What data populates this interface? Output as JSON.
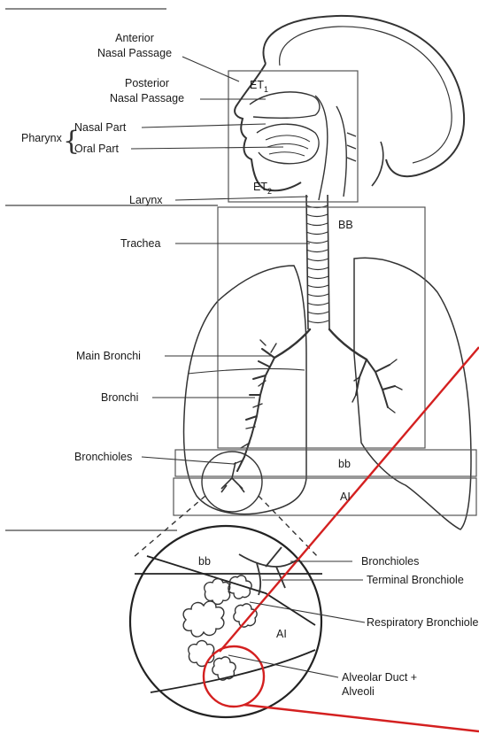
{
  "labels": {
    "anterior_nasal_line1": "Anterior",
    "anterior_nasal_line2": "Nasal Passage",
    "posterior_nasal_line1": "Posterior",
    "posterior_nasal_line2": "Nasal Passage",
    "pharynx": "Pharynx",
    "nasal_part": "Nasal Part",
    "oral_part": "Oral Part",
    "larynx": "Larynx",
    "trachea": "Trachea",
    "main_bronchi": "Main Bronchi",
    "bronchi": "Bronchi",
    "bronchioles": "Bronchioles"
  },
  "regions": {
    "et1": "ET",
    "et1_sub": "1",
    "et2": "ET",
    "et2_sub": "2",
    "bb_upper": "BB",
    "bb_lower": "bb",
    "al": "AI",
    "detail_bb": "bb",
    "detail_al": "AI"
  },
  "detail_labels": {
    "bronchioles": "Bronchioles",
    "terminal_bronchiole": "Terminal Bronchiole",
    "respiratory_bronchiole": "Respiratory Bronchiole",
    "alveolar_line1": "Alveolar Duct +",
    "alveolar_line2": "Alveoli"
  },
  "colors": {
    "line": "#333333",
    "highlight": "#d42020"
  }
}
